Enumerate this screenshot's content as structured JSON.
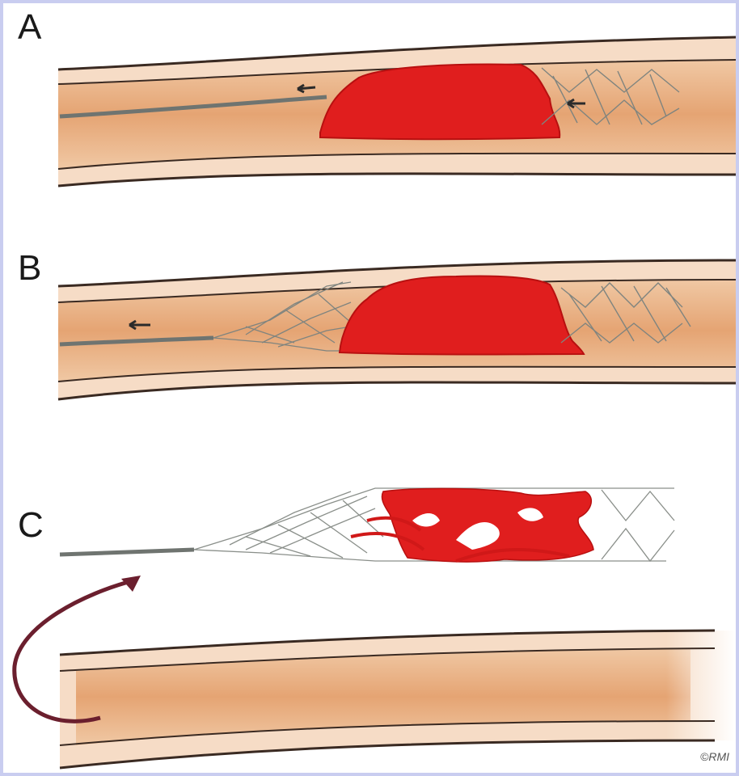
{
  "figure": {
    "panels": [
      {
        "label": "A"
      },
      {
        "label": "B"
      },
      {
        "label": "C"
      }
    ],
    "credit": "©RMI",
    "colors": {
      "vessel_wall": "#f3d7bd",
      "vessel_lumen": "#e9ad7e",
      "vessel_edge": "#3a2a22",
      "clot": "#e01e1e",
      "clot_dark": "#b81010",
      "stent_mesh": "#8a8f8a",
      "guide_wire": "#6f7470",
      "arrow": "#6b1f2e",
      "frame_border": "#c9cdf0"
    },
    "icons": [
      "curved-arrow-icon",
      "flow-arrow-icon"
    ]
  }
}
